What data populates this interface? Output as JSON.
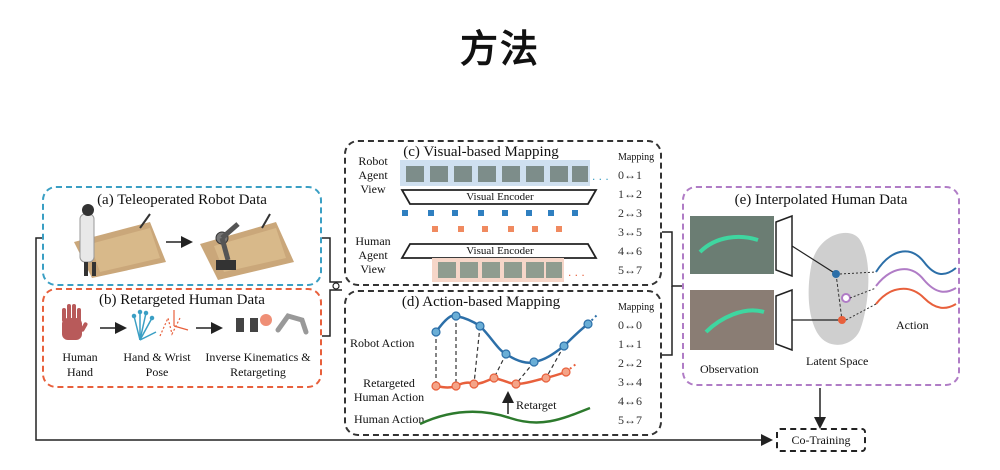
{
  "title": "方法",
  "panels": {
    "a": {
      "title": "(a) Teleoperated Robot Data"
    },
    "b": {
      "title": "(b) Retargeted Human Data",
      "steps": [
        "Human Hand",
        "Hand & Wrist Pose",
        "Inverse Kinematics & Retargeting"
      ]
    },
    "c": {
      "title": "(c) Visual-based Mapping",
      "robot_label": "Robot Agent View",
      "human_label": "Human Agent View",
      "encoder": "Visual Encoder",
      "mapping_header": "Mapping",
      "mappings": [
        "0↔1",
        "1↔2",
        "2↔3",
        "3↔5",
        "4↔6",
        "5↔7"
      ],
      "ellipsis": "..."
    },
    "d": {
      "title": "(d) Action-based Mapping",
      "robot_label": "Robot Action",
      "retargeted_label": "Retargeted Human Action",
      "human_label": "Human Action",
      "retarget": "Retarget",
      "mapping_header": "Mapping",
      "mappings": [
        "0↔0",
        "1↔1",
        "2↔2",
        "3↔4",
        "4↔6",
        "5↔7"
      ],
      "ellipsis": "..."
    },
    "e": {
      "title": "(e) Interpolated Human Data",
      "observation": "Observation",
      "latent": "Latent Space",
      "action": "Action"
    }
  },
  "cotraining": "Co-Training",
  "colors": {
    "teal": "#3a9fc4",
    "orange": "#e8603c",
    "purple": "#b07cc6",
    "blue": "#2c6fa8",
    "green": "#2d7a2d"
  }
}
